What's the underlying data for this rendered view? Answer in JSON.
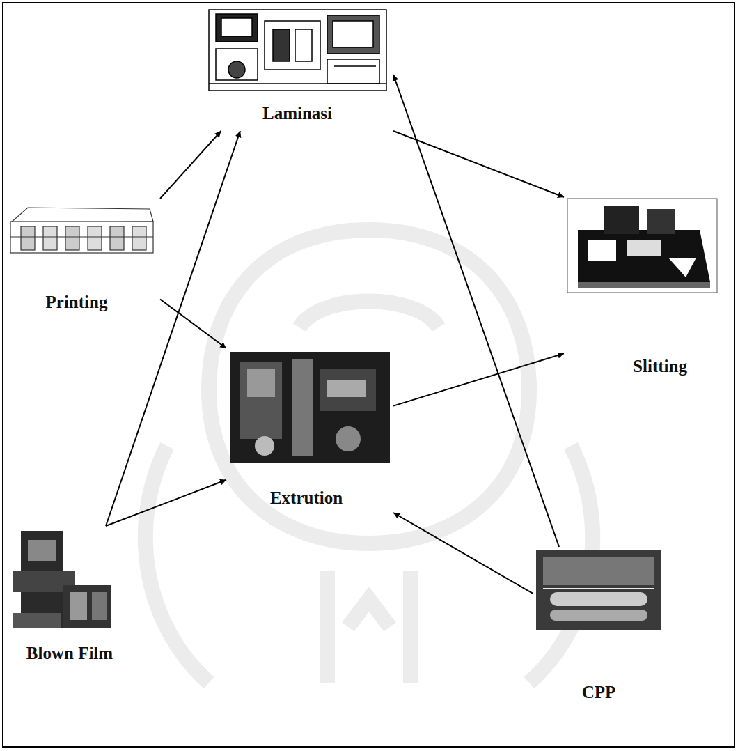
{
  "diagram": {
    "nodes": [
      {
        "text": [
          "Laminasi"
        ]
      },
      {
        "text": [
          "Printing"
        ]
      },
      {
        "text": [
          "Slitting"
        ]
      },
      {
        "text": [
          "Extrution"
        ]
      },
      {
        "text": [
          "Blown Film"
        ]
      },
      {
        "text": [
          "CPP"
        ]
      }
    ],
    "edges": [
      {
        "from": 1,
        "to": 0,
        "arrow": "to"
      },
      {
        "from": 1,
        "to": 3,
        "arrow": "to"
      },
      {
        "from": 4,
        "to": 0,
        "arrow": "to"
      },
      {
        "from": 4,
        "to": 3,
        "arrow": "to"
      },
      {
        "from": 0,
        "to": 2,
        "arrow": "to"
      },
      {
        "from": 3,
        "to": 2,
        "arrow": "to"
      },
      {
        "from": 5,
        "to": 3,
        "arrow": "to"
      },
      {
        "from": 5,
        "to": 0,
        "arrow": "to"
      }
    ]
  }
}
